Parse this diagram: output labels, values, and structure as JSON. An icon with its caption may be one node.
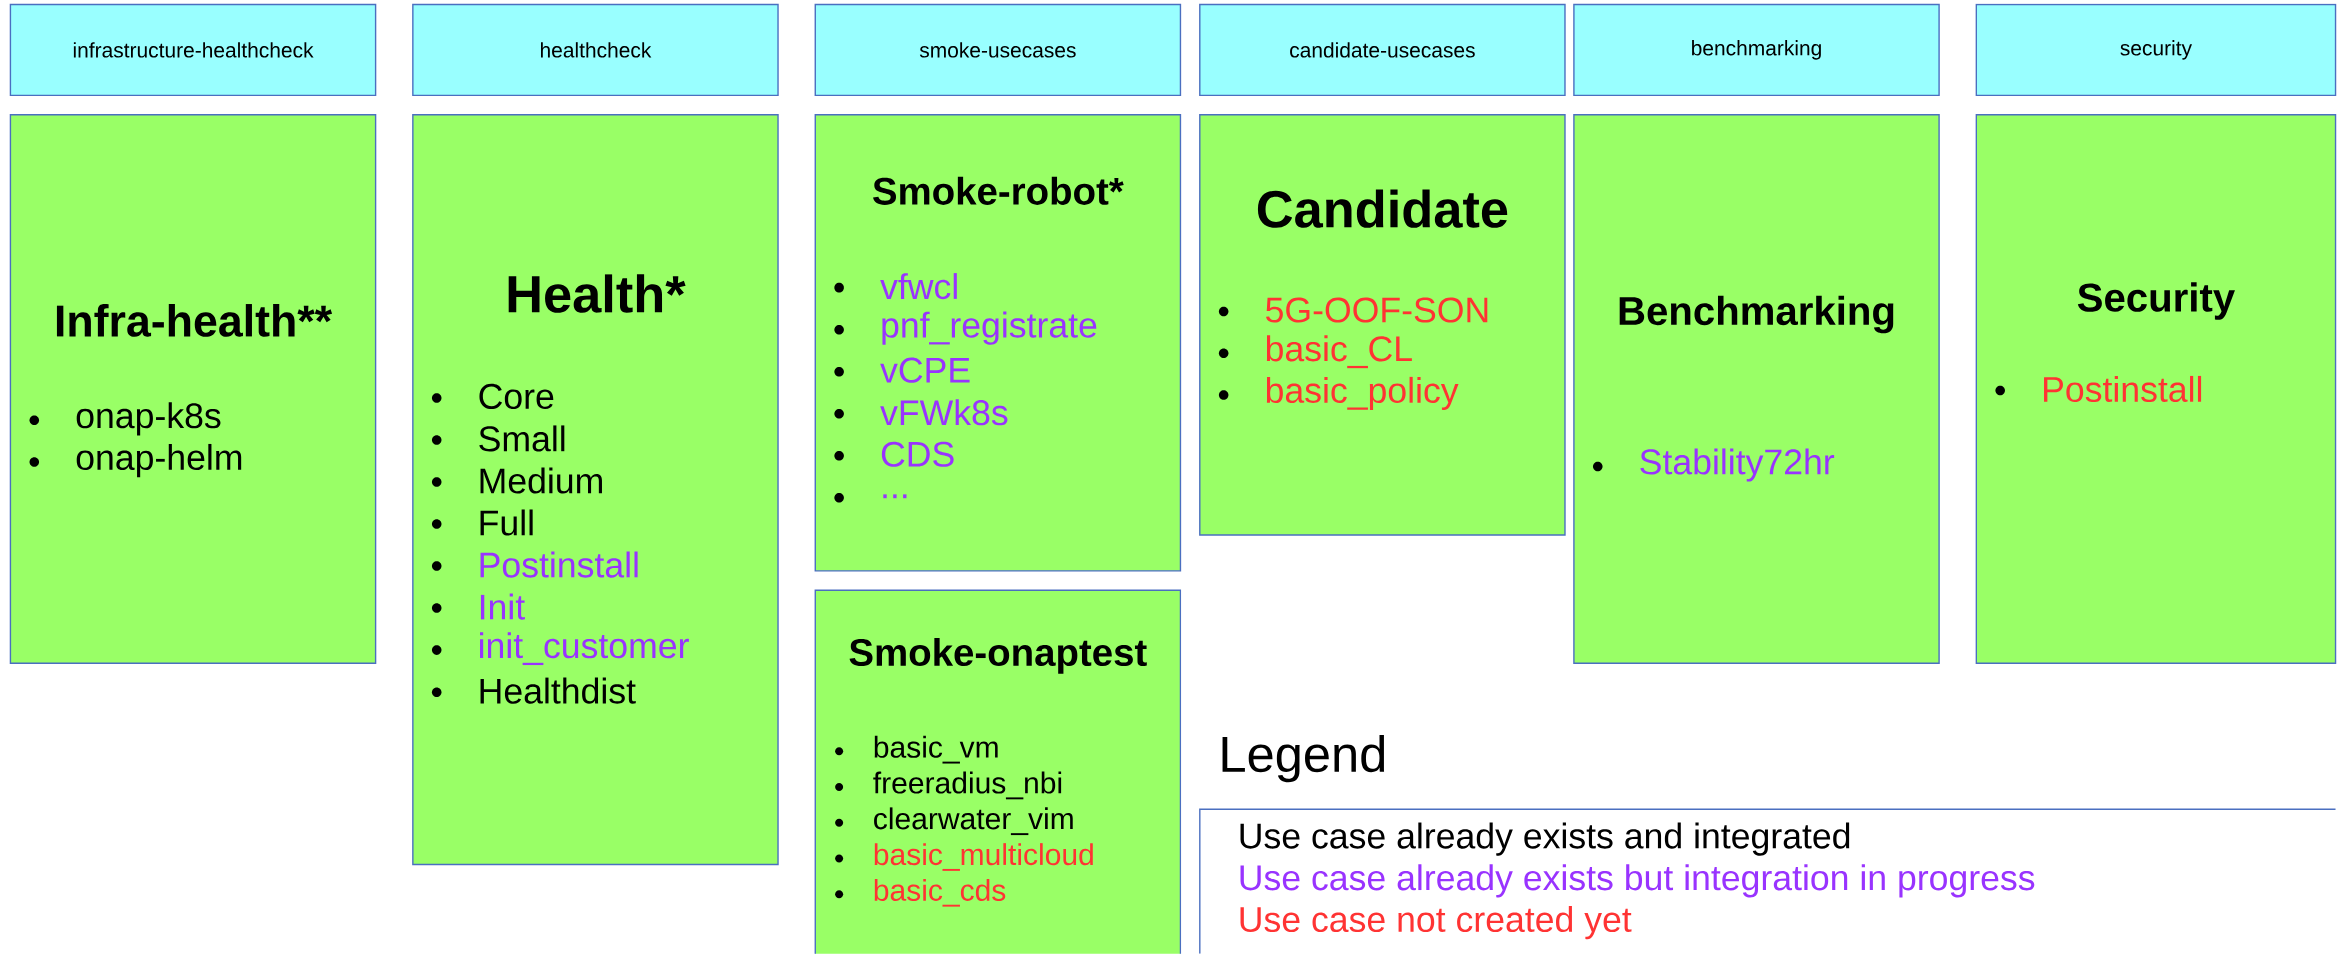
{
  "diagram": {
    "nodes": [
      {
        "text": [
          "infrastructure-healthcheck"
        ]
      },
      {
        "text": [
          "healthcheck"
        ]
      },
      {
        "text": [
          "smoke-usecases"
        ]
      },
      {
        "text": [
          "candidate-usecases"
        ]
      },
      {
        "text": [
          "benchmarking"
        ]
      },
      {
        "text": [
          "security"
        ]
      },
      {
        "text": [
          "Infra-health**",
          "onap-k8s",
          "onap-helm"
        ]
      },
      {
        "text": [
          "Health*",
          "Core",
          "Small",
          "Medium",
          "Full",
          "Postinstall",
          "Init",
          "init_customer",
          "Healthdist"
        ]
      },
      {
        "text": [
          "Smoke-robot*",
          "vfwcl",
          "pnf_registrate",
          "vCPE",
          "vFWk8s",
          "CDS",
          "..."
        ]
      },
      {
        "text": [
          "Smoke-onaptest",
          "basic_vm",
          "freeradius_nbi",
          "clearwater_vim",
          "basic_multicloud",
          "basic_cds"
        ]
      },
      {
        "text": [
          "Candidate",
          "5G-OOF-SON",
          "basic_CL",
          "basic_policy"
        ]
      },
      {
        "text": [
          "Benchmarking",
          "Stability72hr"
        ]
      },
      {
        "text": [
          "Security",
          "Postinstall"
        ]
      }
    ],
    "labels": [
      "Legend"
    ],
    "legend": [
      {
        "text": "Use case already exists and integrated",
        "color": "#000000"
      },
      {
        "text": "Use case already exists but integration in progress",
        "color": "#9933ff"
      },
      {
        "text": "Use case not created yet",
        "color": "#ff3333"
      }
    ]
  }
}
